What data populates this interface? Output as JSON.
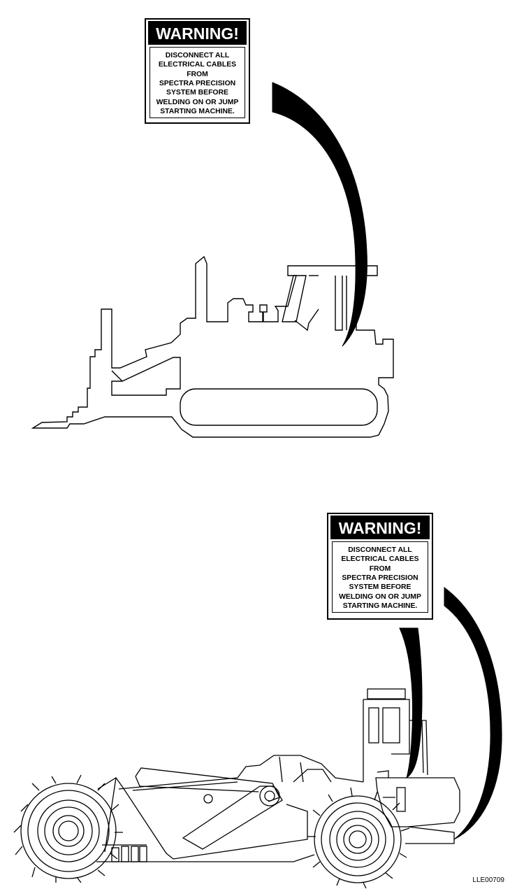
{
  "labels": [
    {
      "header": "WARNING!",
      "lines": [
        "DISCONNECT ALL",
        "ELECTRICAL CABLES",
        "FROM",
        "SPECTRA PRECISION",
        "SYSTEM BEFORE",
        "WELDING ON OR JUMP",
        "STARTING MACHINE."
      ]
    },
    {
      "header": "WARNING!",
      "lines": [
        "DISCONNECT ALL",
        "ELECTRICAL CABLES",
        "FROM",
        "SPECTRA PRECISION",
        "SYSTEM BEFORE",
        "WELDING ON OR JUMP",
        "STARTING MACHINE."
      ]
    }
  ],
  "figure_id": "LLE00709",
  "illustrations": {
    "top": "bulldozer-outline",
    "bottom": "wheel-tractor-scraper"
  }
}
